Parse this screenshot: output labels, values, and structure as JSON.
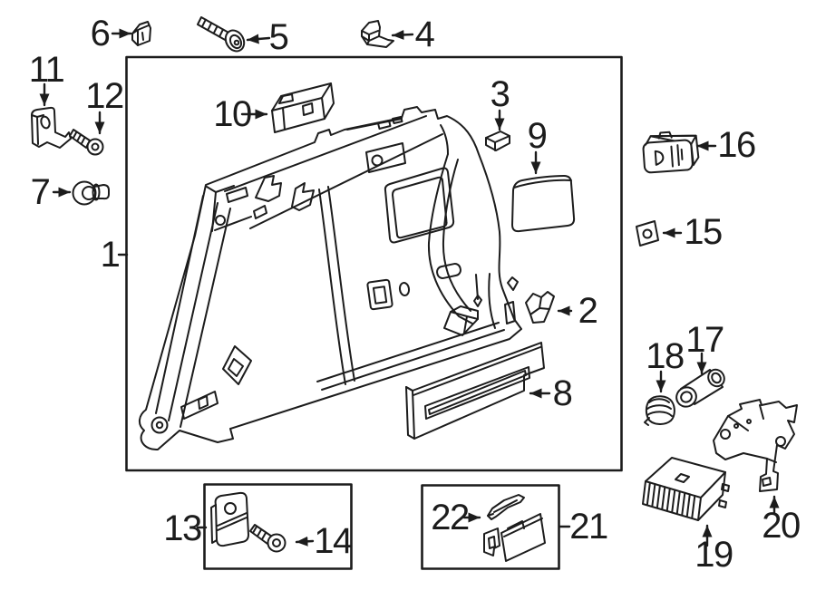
{
  "diagram": {
    "type": "exploded-parts-diagram",
    "subject": "rear quarter panel interior trim",
    "colors": {
      "background": "#ffffff",
      "line": "#1c1c1c"
    },
    "callouts": [
      {
        "label": "1"
      },
      {
        "label": "2"
      },
      {
        "label": "3"
      },
      {
        "label": "4"
      },
      {
        "label": "5"
      },
      {
        "label": "6"
      },
      {
        "label": "7"
      },
      {
        "label": "8"
      },
      {
        "label": "9"
      },
      {
        "label": "10"
      },
      {
        "label": "11"
      },
      {
        "label": "12"
      },
      {
        "label": "13"
      },
      {
        "label": "14"
      },
      {
        "label": "15"
      },
      {
        "label": "16"
      },
      {
        "label": "17"
      },
      {
        "label": "18"
      },
      {
        "label": "19"
      },
      {
        "label": "20"
      },
      {
        "label": "21"
      },
      {
        "label": "22"
      }
    ]
  }
}
